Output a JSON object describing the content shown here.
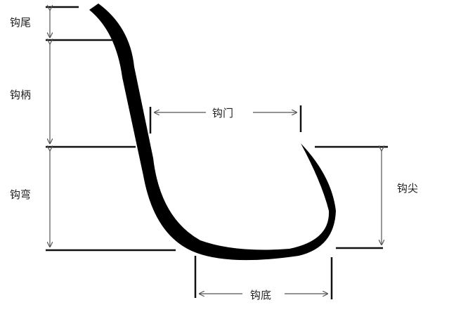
{
  "labels": {
    "tail": "钩尾",
    "shank": "钩柄",
    "bend": "钩弯",
    "gap": "钩门",
    "point": "钩尖",
    "bottom": "钩底"
  },
  "colors": {
    "hook": "#000000",
    "lines": "#111111",
    "arrows": "#555555",
    "text": "#222222"
  }
}
